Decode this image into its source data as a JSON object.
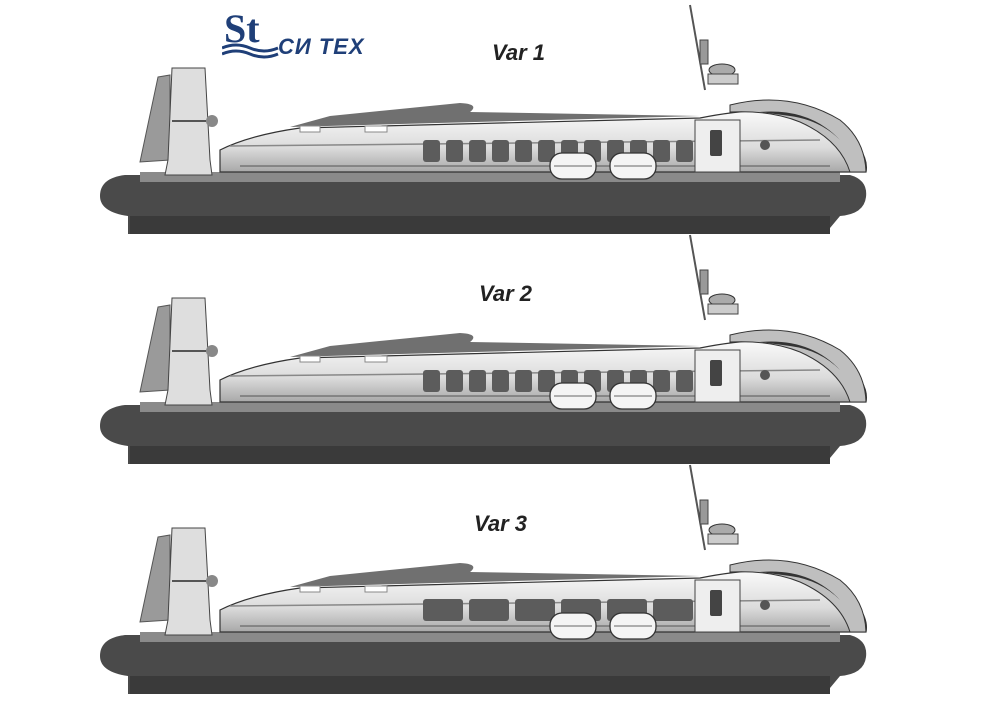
{
  "logo": {
    "mark": "St",
    "name": "СИ ТЕХ"
  },
  "variants": [
    {
      "label": "Var 1",
      "window_style": "small"
    },
    {
      "label": "Var 2",
      "window_style": "small"
    },
    {
      "label": "Var 3",
      "window_style": "large"
    }
  ],
  "colors": {
    "skirt": "#4a4a4a",
    "hull": "#e6e6e6",
    "windows": "#5c5c5c",
    "logo": "#1f3f78"
  }
}
